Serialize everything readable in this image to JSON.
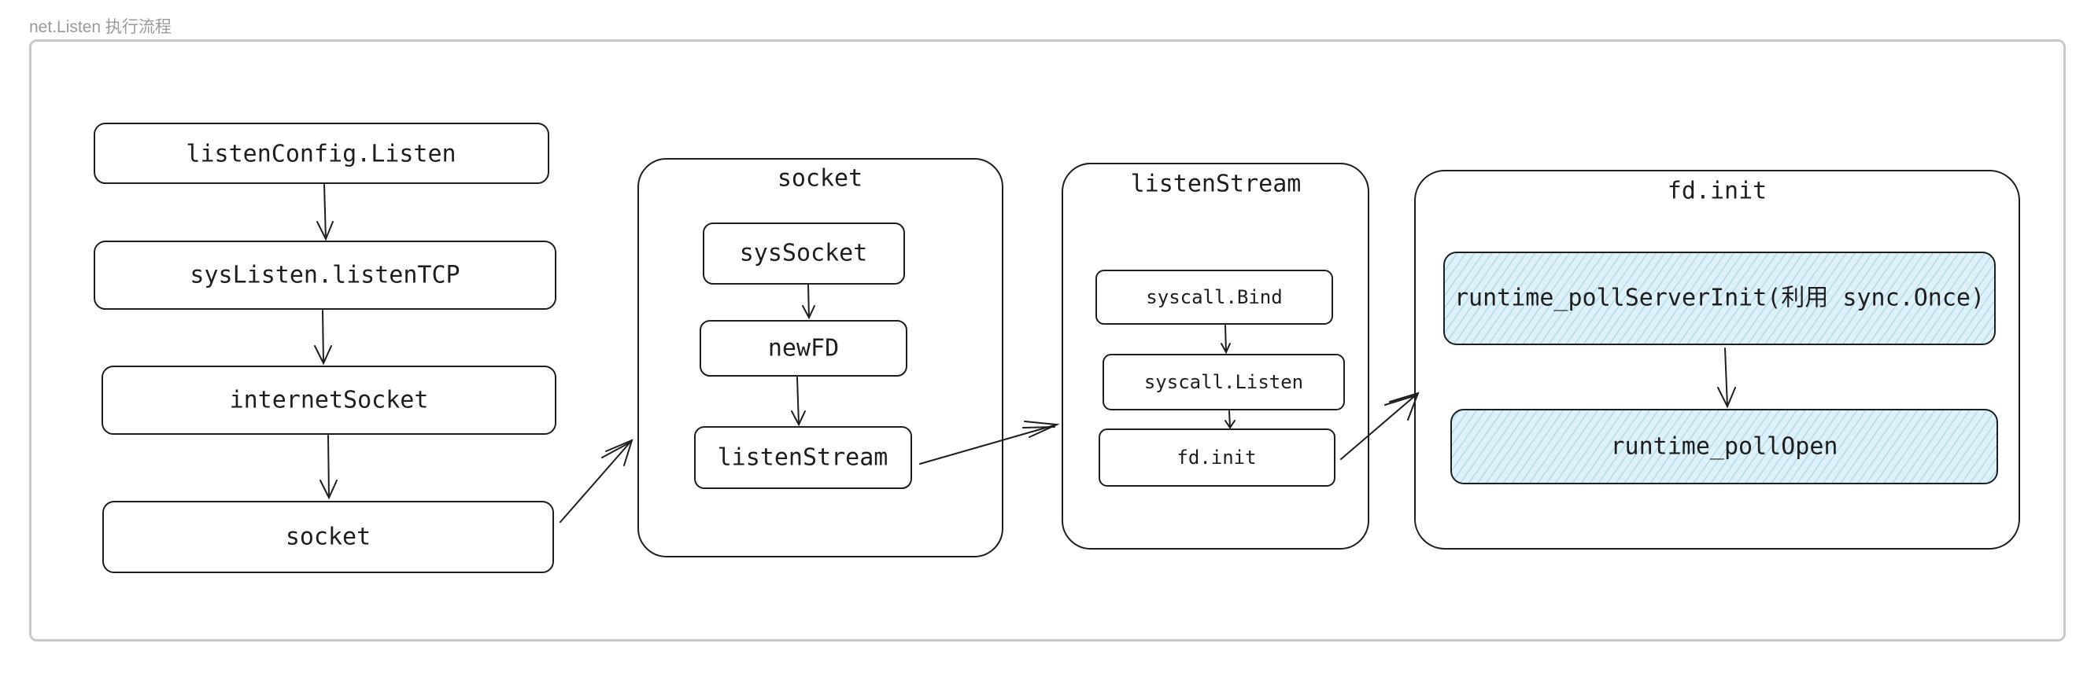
{
  "frame": {
    "title": "net.Listen 执行流程"
  },
  "colors": {
    "stroke": "#1e1e1e",
    "frame": "#c8c8c8",
    "highlight_fill": "#dff1f8",
    "hatch": "#8fcbe0"
  },
  "diagram": {
    "chain": {
      "listen_config": "listenConfig.Listen",
      "sys_listen": "sysListen.listenTCP",
      "internet_socket": "internetSocket",
      "socket": "socket"
    },
    "socket_group": {
      "title": "socket",
      "sys_socket": "sysSocket",
      "new_fd": "newFD",
      "listen_stream": "listenStream"
    },
    "listen_stream_group": {
      "title": "listenStream",
      "bind": "syscall.Bind",
      "listen": "syscall.Listen",
      "fd_init": "fd.init"
    },
    "fd_init_group": {
      "title": "fd.init",
      "poll_server_init": "runtime_pollServerInit(利用 sync.Once)",
      "poll_open": "runtime_pollOpen"
    }
  }
}
